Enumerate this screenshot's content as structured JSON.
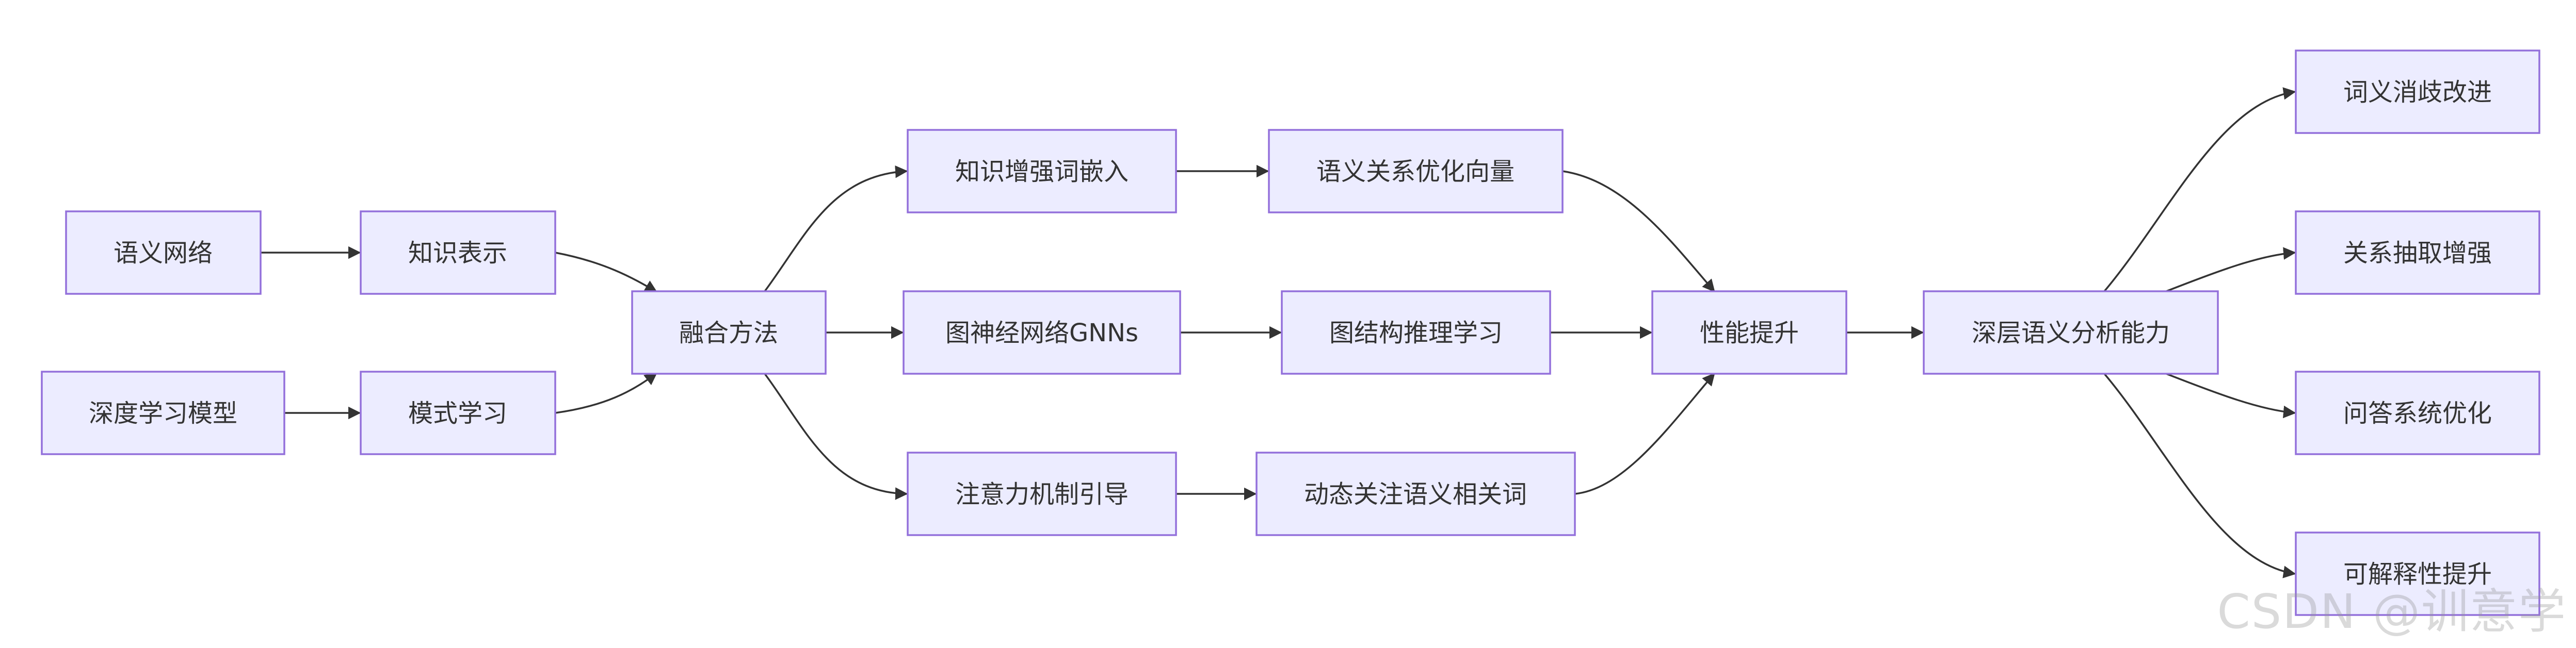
{
  "diagram": {
    "nodes": {
      "semantic_network": "语义网络",
      "knowledge_repr": "知识表示",
      "deep_learning": "深度学习模型",
      "pattern_learning": "模式学习",
      "fusion_method": "融合方法",
      "knowledge_embedding": "知识增强词嵌入",
      "gnn": "图神经网络GNNs",
      "attention": "注意力机制引导",
      "semantic_vector": "语义关系优化向量",
      "graph_reasoning": "图结构推理学习",
      "dynamic_attention": "动态关注语义相关词",
      "performance": "性能提升",
      "deep_semantic": "深层语义分析能力",
      "wsd": "词义消歧改进",
      "relation_extraction": "关系抽取增强",
      "qa_optimization": "问答系统优化",
      "interpretability": "可解释性提升"
    },
    "edge_color": "#333333",
    "node_fill": "#ececff",
    "node_border": "#9370db"
  },
  "watermark": "CSDN @训意学"
}
